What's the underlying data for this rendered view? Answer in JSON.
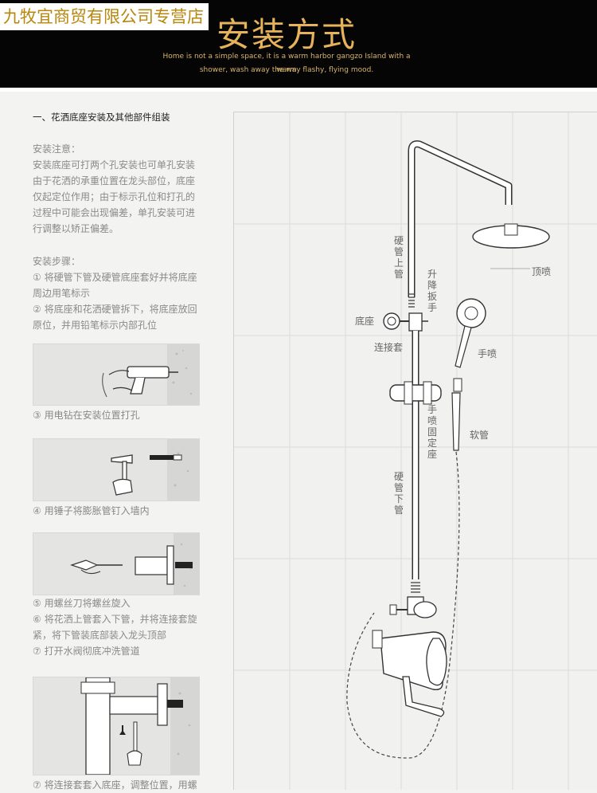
{
  "banner": {
    "store_name": "九牧宜商贸有限公司专营店",
    "title": "安装方式",
    "subtitle_line1": "Home is not a simple space, it is a warm harbor gangzo Island with a warm",
    "subtitle_line2": "shower, wash away the way flashy, flying mood."
  },
  "section": {
    "title": "一、花洒底座安装及其他部件组装",
    "notes_heading": "安装注意：",
    "notes_lines": [
      "安装底座可打两个孔安装也可单孔安装",
      "由于花洒的承重位置在龙头部位，底座",
      "仅起定位作用；由于标示孔位和打孔的",
      "过程中可能会出现偏差，单孔安装可进",
      "行调整以矫正偏差。"
    ],
    "steps_heading": "安装步骤：",
    "step1_lines": [
      "① 将硬管下管及硬管底座套好并将底座",
      "周边用笔标示"
    ],
    "step2_lines": [
      "② 将底座和花洒硬管拆下，将底座放回",
      "原位，并用铅笔标示内部孔位"
    ],
    "step3": "③ 用电钻在安装位置打孔",
    "step4": "④ 用锤子将膨胀管钉入墙内",
    "step5": "⑤ 用螺丝刀将螺丝旋入",
    "step6_lines": [
      "⑥ 将花洒上管套入下管，并将连接套旋",
      "紧，将下管装底部装入龙头顶部"
    ],
    "step7": "⑦ 打开水阀彻底冲洗管道",
    "step8_partial": "⑦ 将连接套套入底座，调整位置，用螺"
  },
  "diagram_labels": {
    "top_shower": "顶喷",
    "hard_pipe_upper": "硬管上管",
    "lift_wrench": "升降扳手",
    "base": "底座",
    "connector": "连接套",
    "hand_shower": "手喷",
    "hand_holder": "手喷固定座",
    "hose": "软管",
    "hard_pipe_lower": "硬管下管"
  }
}
